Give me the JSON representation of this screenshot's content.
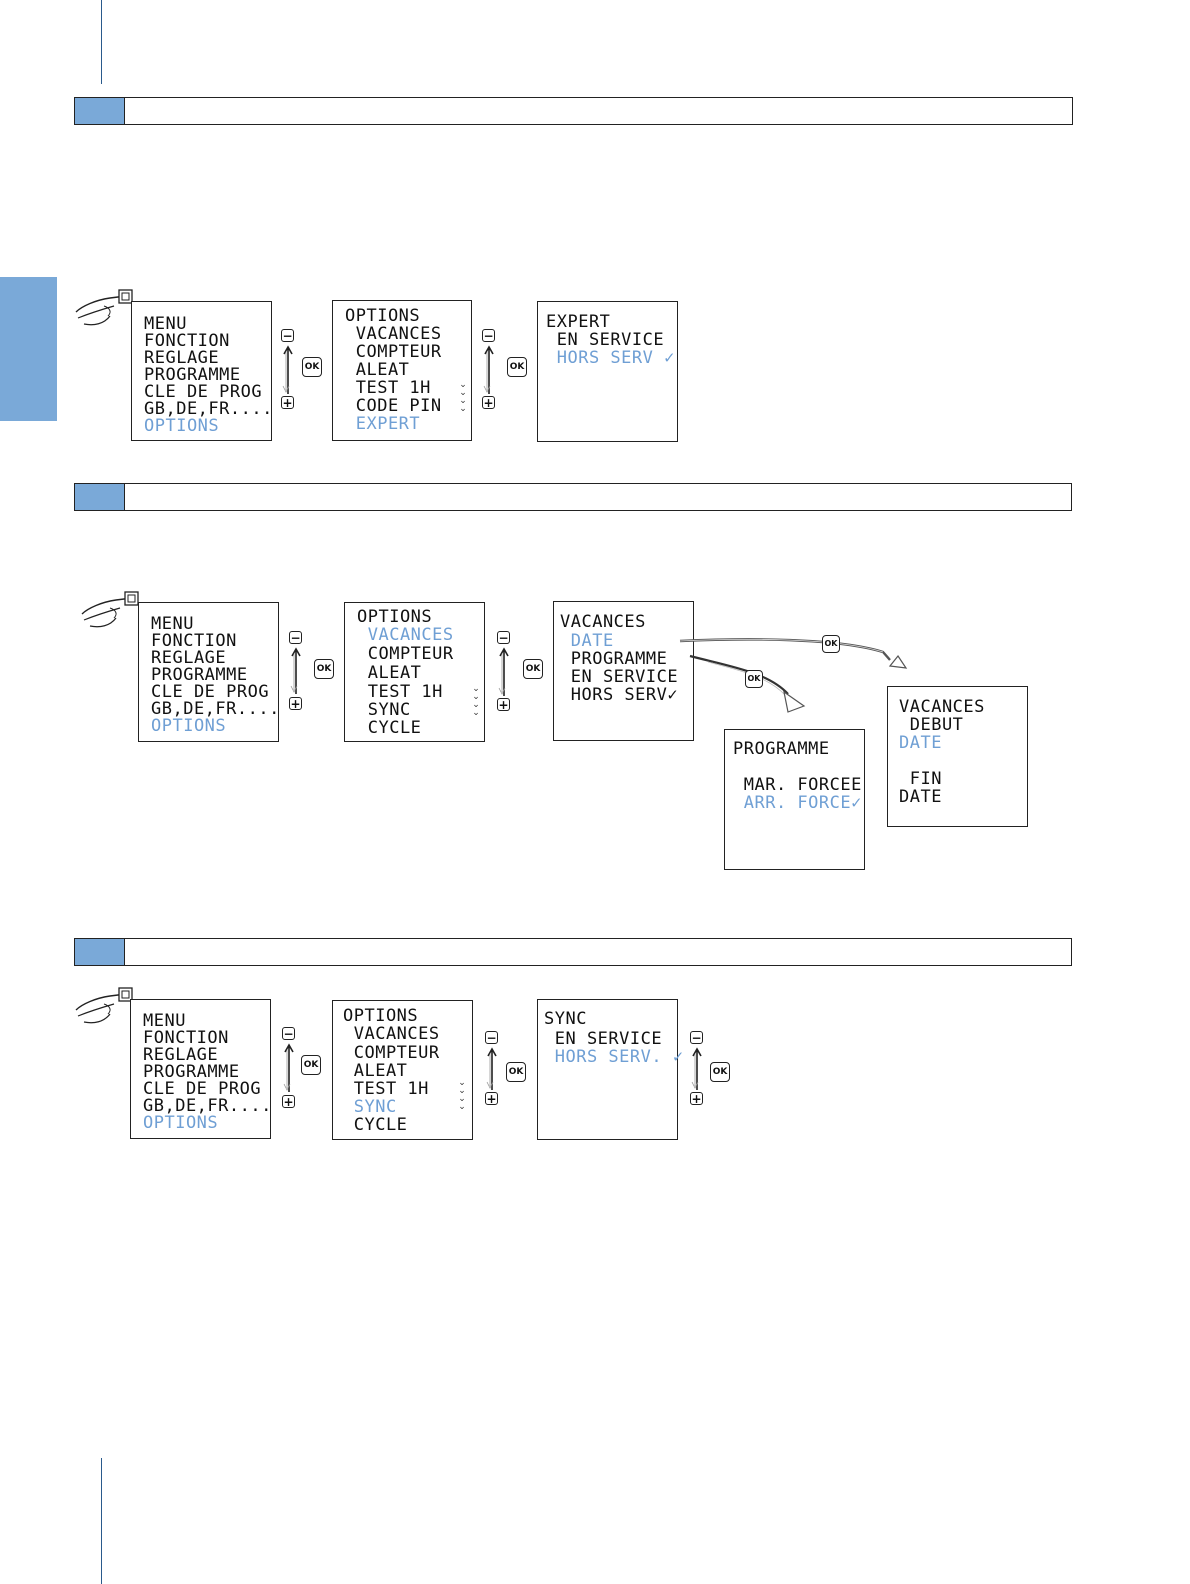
{
  "sections": [
    {
      "screens": [
        {
          "lines": [
            "MENU",
            "FONCTION",
            "REGLAGE",
            "PROGRAMME",
            "CLE DE PROG",
            "GB,DE,FR....",
            "OPTIONS"
          ],
          "highlight": "OPTIONS"
        },
        {
          "lines": [
            "OPTIONS",
            " VACANCES",
            " COMPTEUR",
            " ALEAT",
            " TEST 1h",
            " CODE PIN",
            " EXPERT"
          ],
          "highlight": "EXPERT"
        },
        {
          "lines": [
            "EXPERT",
            " EN SERVICE",
            " HORS SERV ✓"
          ],
          "highlight": "HORS SERV"
        }
      ]
    },
    {
      "screens": [
        {
          "lines": [
            "MENU",
            "FONCTION",
            "REGLAGE",
            "PROGRAMME",
            "CLE DE PROG",
            "GB,DE,FR....",
            "OPTIONS"
          ],
          "highlight": "OPTIONS"
        },
        {
          "lines": [
            "OPTIONS",
            " VACANCES",
            " COMPTEUR",
            " ALEAT",
            " TEST 1h",
            " SYNC",
            " CYCLE"
          ],
          "highlight": "VACANCES"
        },
        {
          "lines": [
            "VACANCES",
            " DATE",
            " PROGRAMME",
            " EN SERVICE",
            " HORS SERV✓"
          ],
          "highlight": "DATE"
        },
        {
          "lines": [
            "PROGRAMME",
            "",
            " MAR. FORCEE",
            " ARR. FORCE✓"
          ],
          "highlight": "ARR. FORCE"
        },
        {
          "lines": [
            "VACANCES",
            " DEBUT",
            "DATE",
            "",
            " FIN",
            "DATE"
          ],
          "highlight": "DATE"
        }
      ]
    },
    {
      "screens": [
        {
          "lines": [
            "MENU",
            "FONCTION",
            "REGLAGE",
            "PROGRAMME",
            "CLE DE PROG",
            "GB,DE,FR....",
            "OPTIONS"
          ],
          "highlight": "OPTIONS"
        },
        {
          "lines": [
            "OPTIONS",
            " VACANCES",
            " COMPTEUR",
            " ALEAT",
            " TEST 1h",
            " SYNC",
            " CYCLE"
          ],
          "highlight": "SYNC"
        },
        {
          "lines": [
            "SYNC",
            " EN SERVICE",
            " HORS SERV. ✓"
          ],
          "highlight": "HORS SERV."
        }
      ]
    }
  ],
  "buttons": {
    "minus": "−",
    "plus": "+",
    "ok": "OK"
  },
  "icons": {
    "hand": "hand-press-icon",
    "scroll_chevrons": "chevron-down-icon"
  },
  "colors": {
    "accent": "#7aa9d8",
    "highlight_text": "#6f9fd4",
    "line": "#2a5a8c"
  }
}
